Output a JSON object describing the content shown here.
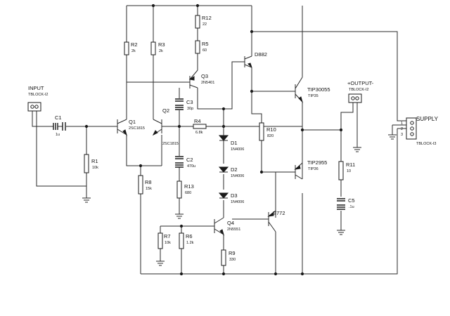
{
  "input": {
    "label": "INPUT",
    "block": "TBLOCK-I2"
  },
  "output": {
    "label": "+OUTPUT-",
    "block": "TBLOCK-I2"
  },
  "supply": {
    "label": "SUPPLY",
    "block": "TBLOCK-I3",
    "pins": [
      "1",
      "2",
      "3"
    ]
  },
  "resistors": {
    "R1": {
      "name": "R1",
      "value": "10k"
    },
    "R2": {
      "name": "R2",
      "value": "2k"
    },
    "R3": {
      "name": "R3",
      "value": "2k"
    },
    "R4": {
      "name": "R4",
      "value": "6.8k"
    },
    "R5": {
      "name": "R5",
      "value": "60"
    },
    "R6": {
      "name": "R6",
      "value": "1.2k"
    },
    "R7": {
      "name": "R7",
      "value": "10k"
    },
    "R8": {
      "name": "R8",
      "value": "15k"
    },
    "R9": {
      "name": "R9",
      "value": "330"
    },
    "R10": {
      "name": "R10",
      "value": "820"
    },
    "R11": {
      "name": "R11",
      "value": "10"
    },
    "R12": {
      "name": "R12",
      "value": "22"
    },
    "R13": {
      "name": "R13",
      "value": "680"
    }
  },
  "capacitors": {
    "C1": {
      "name": "C1",
      "value": "1u"
    },
    "C2": {
      "name": "C2",
      "value": "470u"
    },
    "C3": {
      "name": "C3",
      "value": "30p"
    },
    "C5": {
      "name": "C5",
      "value": ".1u"
    }
  },
  "diodes": {
    "D1": {
      "name": "D1",
      "value": "1N4006"
    },
    "D2": {
      "name": "D2",
      "value": "1N4006"
    },
    "D3": {
      "name": "D3",
      "value": "1N4006"
    }
  },
  "transistors": {
    "Q1": {
      "name": "Q1",
      "value": "2SC1815"
    },
    "Q2": {
      "name": "Q2",
      "value": "2SC1815"
    },
    "Q3": {
      "name": "Q3",
      "value": "2N5401"
    },
    "Q4": {
      "name": "Q4",
      "value": "2N5551"
    },
    "D882": {
      "name": "D882",
      "value": ""
    },
    "B772": {
      "name": "B772",
      "value": ""
    },
    "TIP3055": {
      "name": "TIP30055",
      "value": "TIP35"
    },
    "TIP2955": {
      "name": "TIP2955",
      "value": "TIP36"
    }
  }
}
